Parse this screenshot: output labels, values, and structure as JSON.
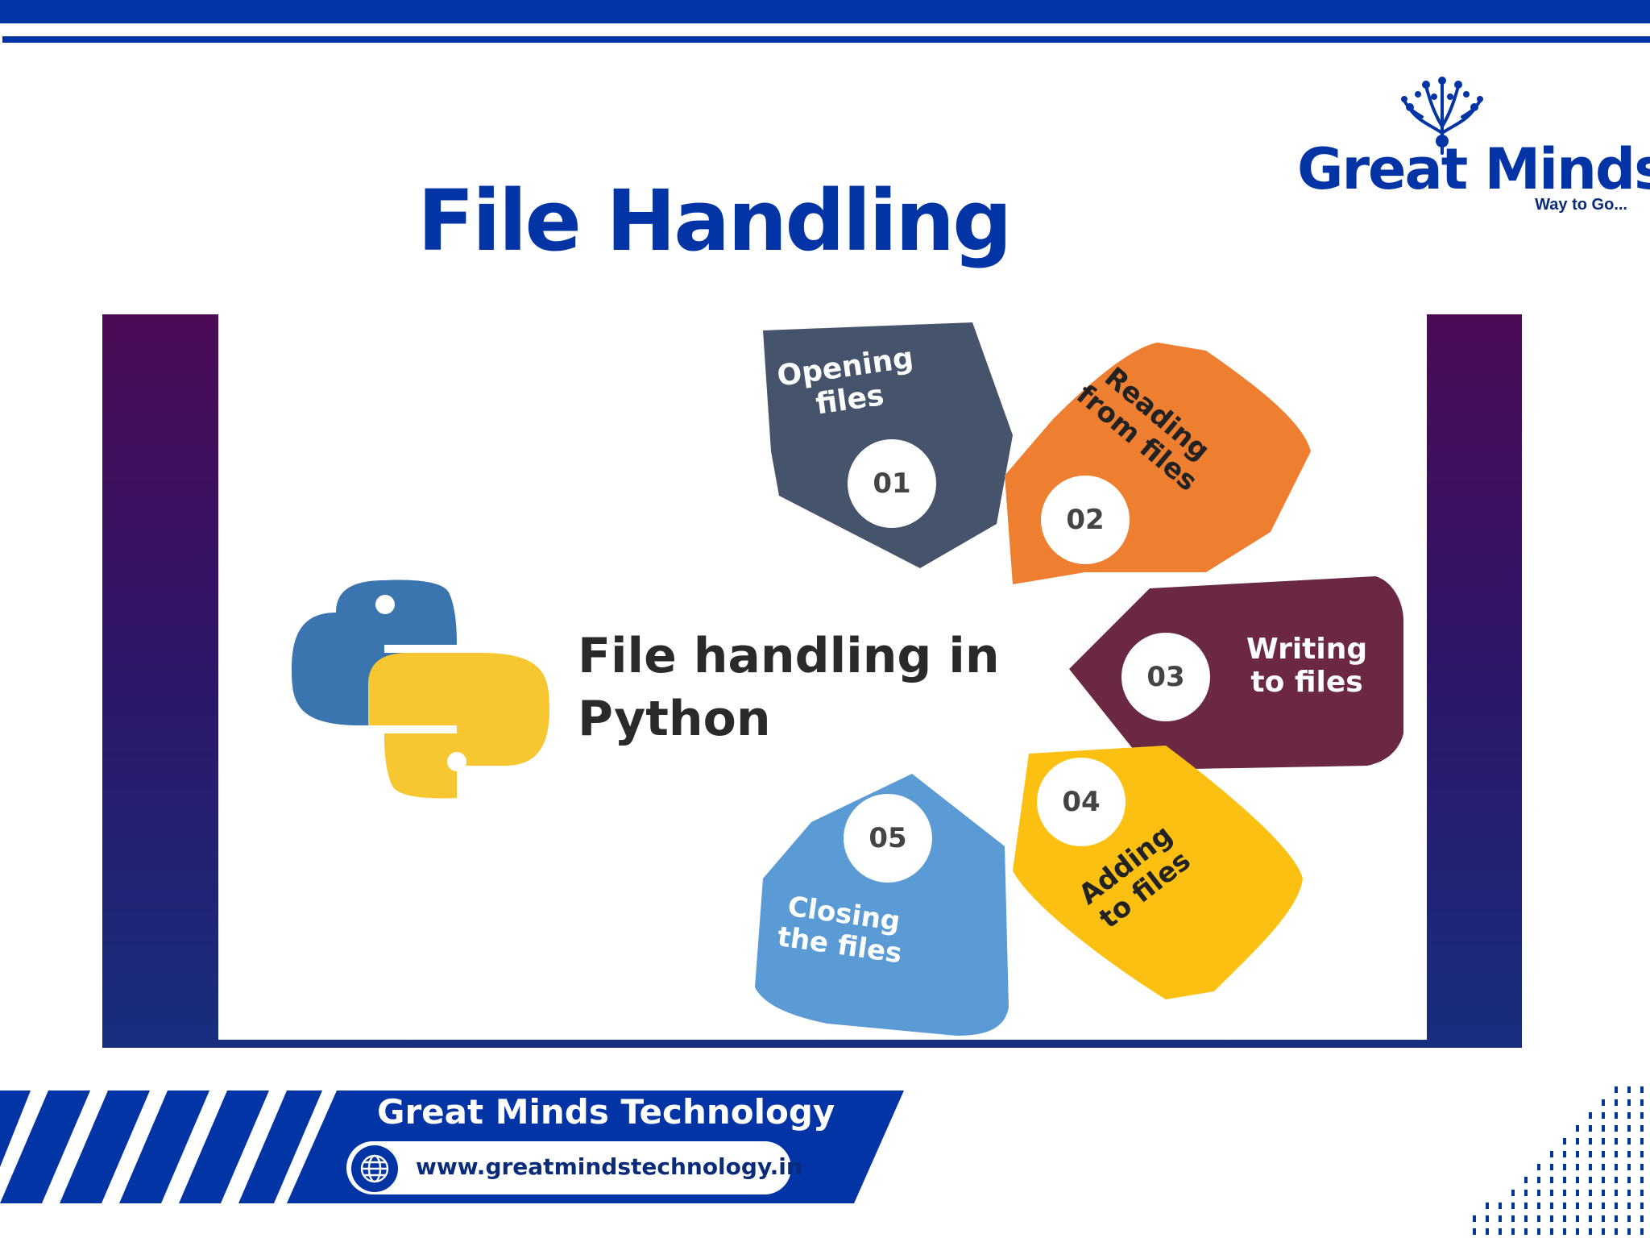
{
  "slide": {
    "title": "File Handling"
  },
  "logo": {
    "name": "Great Minds",
    "tagline": "Way to Go..."
  },
  "infographic": {
    "heading_line1": "File handling in",
    "heading_line2": "Python",
    "steps": [
      {
        "number": "01",
        "line1": "Opening",
        "line2": "files",
        "color": "#45546a"
      },
      {
        "number": "02",
        "line1": "Reading",
        "line2": "from files",
        "color": "#ef7f30"
      },
      {
        "number": "03",
        "line1": "Writing",
        "line2": "to files",
        "color": "#6a2842"
      },
      {
        "number": "04",
        "line1": "Adding",
        "line2": "to files",
        "color": "#fbc011"
      },
      {
        "number": "05",
        "line1": "Closing",
        "line2": "the files",
        "color": "#5b9bd5"
      }
    ]
  },
  "footer": {
    "company": "Great Minds Technology",
    "url": "www.greatmindstechnology.in"
  },
  "colors": {
    "brand_blue": "#0334a6",
    "python_blue": "#3a75b0",
    "python_yellow": "#f7c731"
  },
  "icons": [
    "tree-logo-icon",
    "python-logo-icon",
    "globe-icon"
  ]
}
